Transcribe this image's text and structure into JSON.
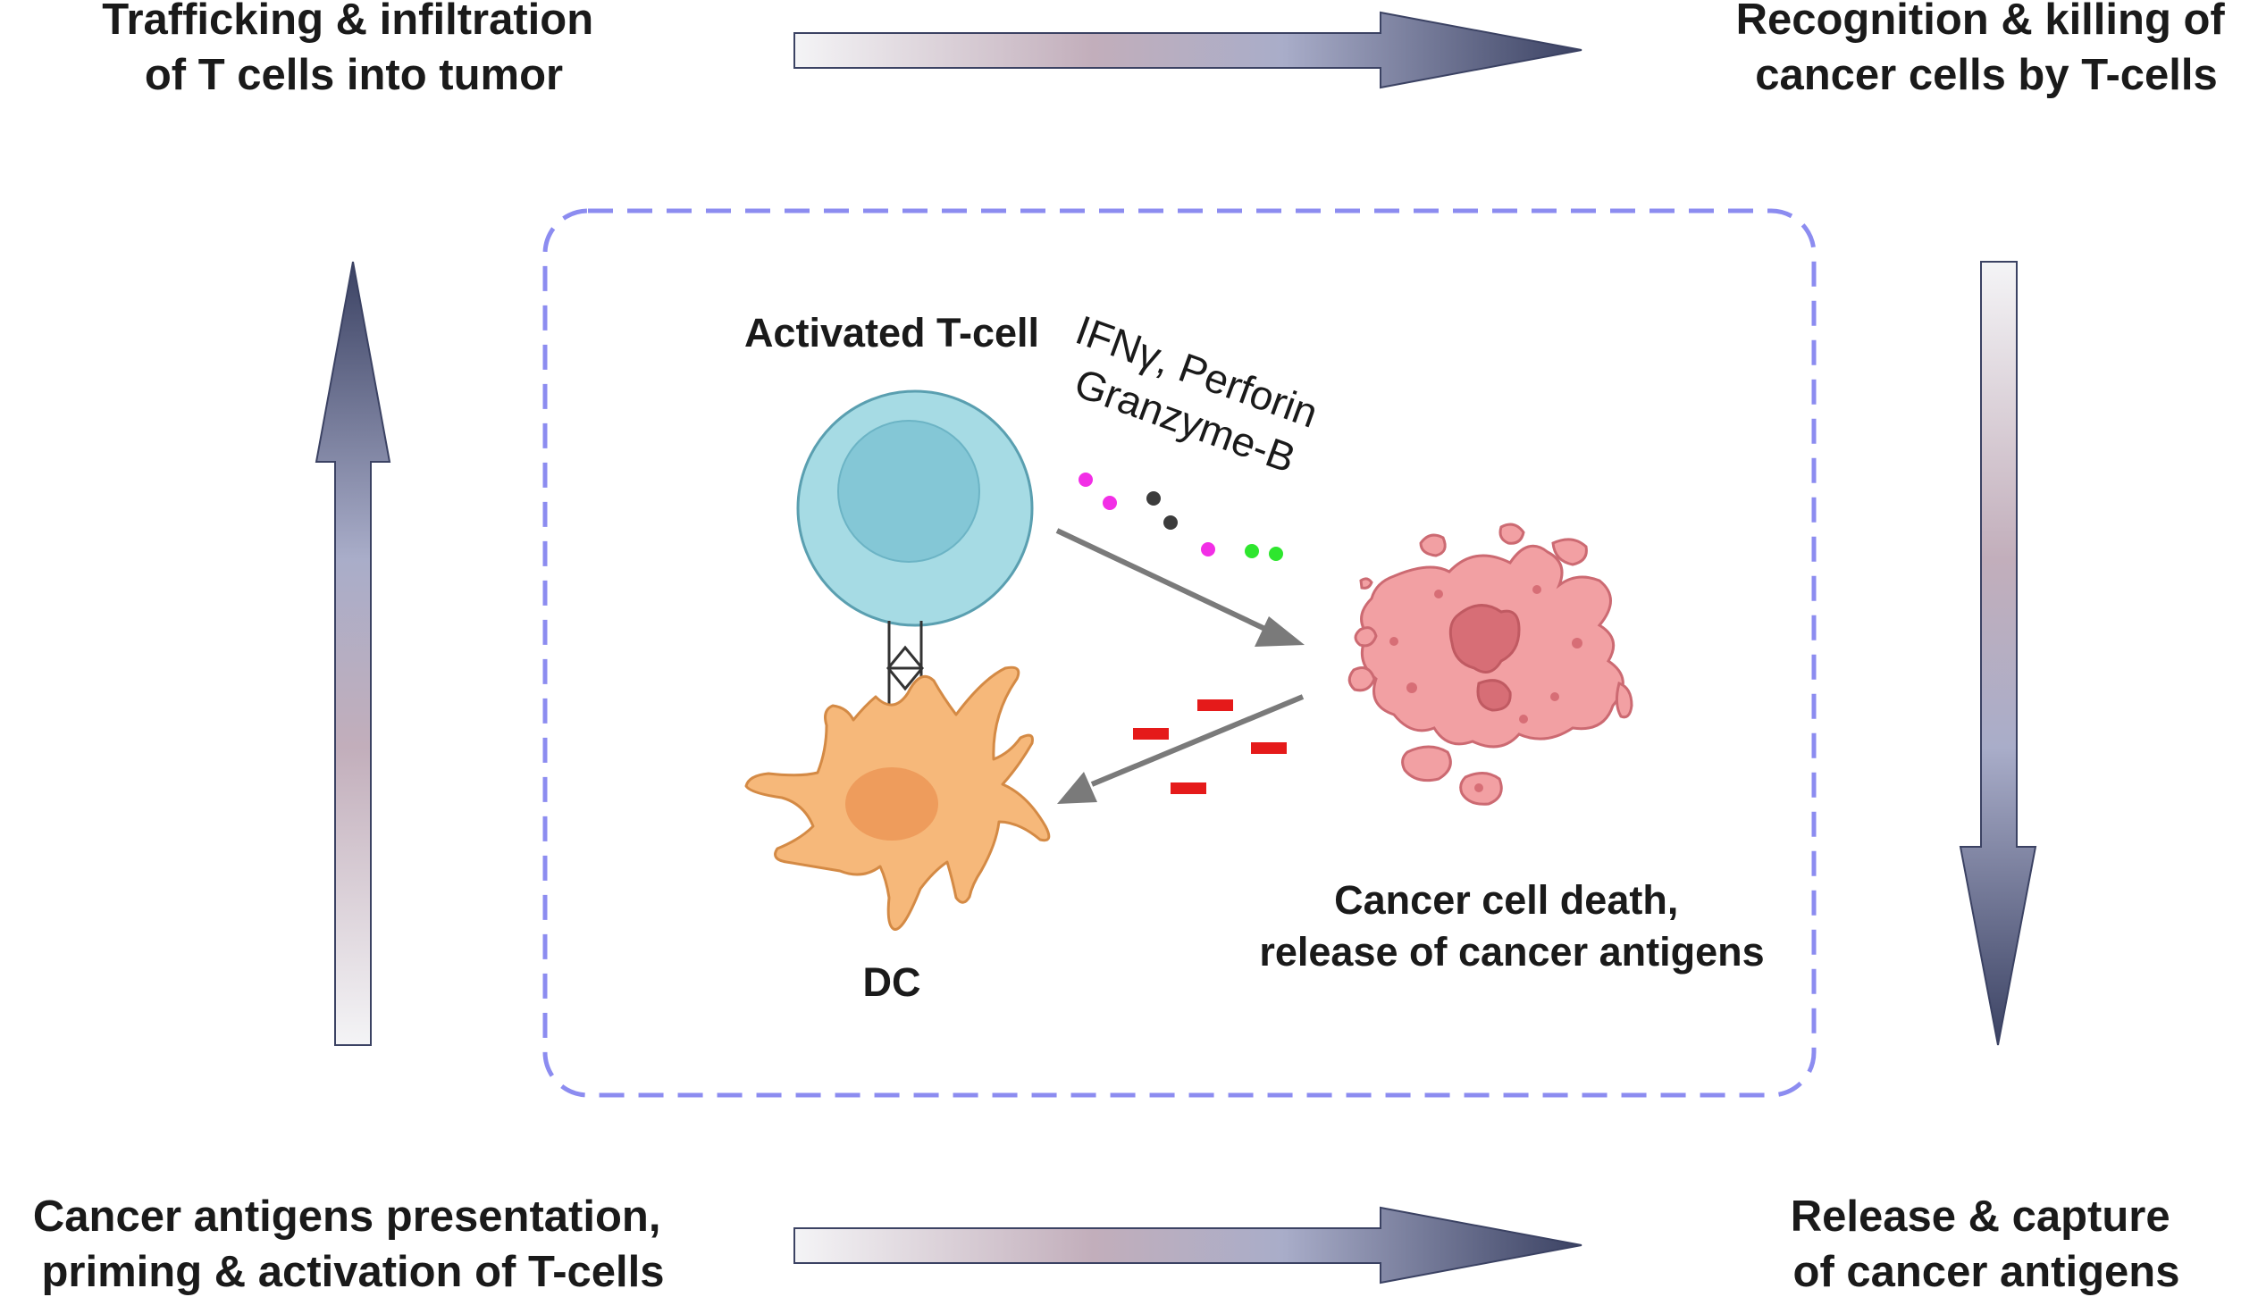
{
  "corner_labels": {
    "top_left": [
      "Trafficking & infiltration",
      "of T cells into tumor"
    ],
    "top_right": [
      "Recognition & killing of",
      "cancer cells by T-cells"
    ],
    "bottom_left": [
      "Cancer antigens presentation,",
      "priming & activation of T-cells"
    ],
    "bottom_right": [
      "Release & capture",
      "of cancer antigens"
    ]
  },
  "center": {
    "tcell_label": "Activated T-cell",
    "dc_label": "DC",
    "molecules": [
      "IFNγ, Perforin",
      "Granzyme-B"
    ],
    "cancer_label": [
      "Cancer cell death,",
      "release of cancer antigens"
    ]
  },
  "colors": {
    "cycle_arrow_start": "#f4f4f6",
    "cycle_arrow_mid": "#c2aebb",
    "cycle_arrow_mid2": "#a9adc9",
    "cycle_arrow_end": "#3b4263",
    "dashed_border": "#8c8cf0",
    "tcell_outer": "#a6dbe4",
    "tcell_inner": "#84c7d6",
    "dc_body": "#f6b87a",
    "dc_nucleus": "#ee9c5c",
    "cancer_body": "#f2a0a3",
    "cancer_stroke": "#cc6a72",
    "cancer_nucleus": "#d76e76",
    "process_arrow": "#7a7a7a",
    "antigen_dash": "#e51a1a",
    "dot_magenta": "#f22ee6",
    "dot_dark": "#3c3c3c",
    "dot_green": "#2ee62e"
  }
}
